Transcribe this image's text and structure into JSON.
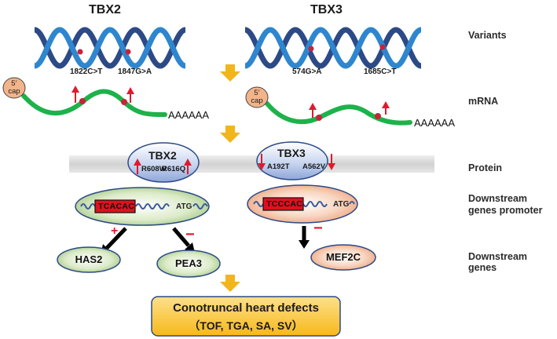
{
  "genes": {
    "left": {
      "name": "TBX2",
      "variants": [
        "1822C>T",
        "1847G>A"
      ],
      "protein_mutations": [
        "R608W",
        "R616Q"
      ],
      "promoter_motif": "TCACAC",
      "targets": [
        {
          "name": "HAS2",
          "effect": "+"
        },
        {
          "name": "PEA3",
          "effect": "−"
        }
      ]
    },
    "right": {
      "name": "TBX3",
      "variants": [
        "574G>A",
        "1685C>T"
      ],
      "protein_mutations": [
        "A192T",
        "A562V"
      ],
      "promoter_motif": "TCCCAC",
      "targets": [
        {
          "name": "MEF2C",
          "effect": "−"
        }
      ]
    }
  },
  "mrna": {
    "cap_line1": "5’",
    "cap_line2": "cap",
    "poly_a": "AAAAAA"
  },
  "atg": "ATG",
  "row_labels": {
    "variants": "Variants",
    "mrna": "mRNA",
    "protein": "Protein",
    "promoter_line1": "Downstream",
    "promoter_line2": "genes promoter",
    "downstream": "Downstream genes"
  },
  "outcome": {
    "title": "Conotruncal heart defects",
    "subtitle": "（TOF, TGA, SA, SV）"
  },
  "colors": {
    "dna_light": "#2e86cf",
    "dna_dark": "#2c4a86",
    "mrna_green": "#1db24a",
    "cap_fill": "#f2b48a",
    "variant_dot": "#c7243a",
    "arrow_up_down": "#e01a2d",
    "flow_arrow": "#f2b51c",
    "membrane": "#d9d9d9",
    "motif_box": "#e0101e",
    "outcome_fill": "#fbc21f"
  }
}
